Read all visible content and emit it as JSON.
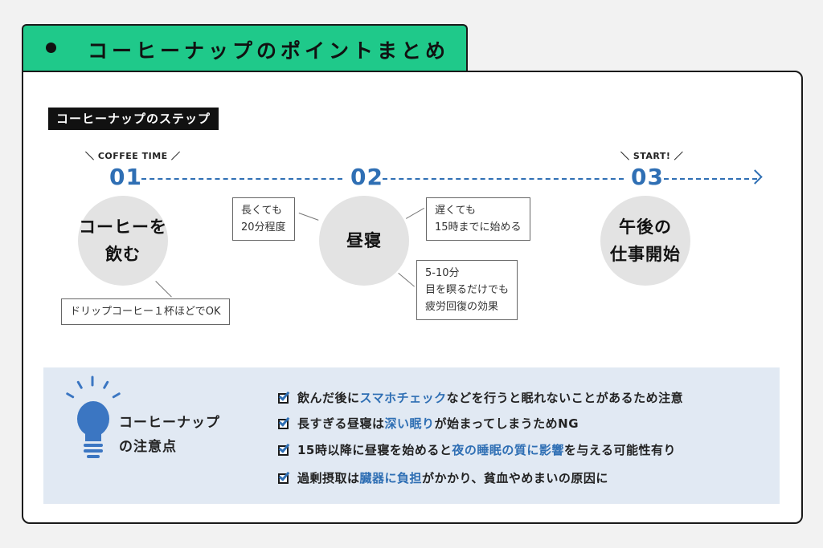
{
  "header": {
    "title": "コーヒーナップのポイントまとめ"
  },
  "section": {
    "label": "コーヒーナップのステップ"
  },
  "steps": [
    {
      "tagline": "＼ COFFEE TIME ／",
      "number": "01",
      "lines": [
        "コーヒーを",
        "飲む"
      ]
    },
    {
      "tagline": "",
      "number": "02",
      "lines": [
        "昼寝"
      ]
    },
    {
      "tagline": "＼ START! ／",
      "number": "03",
      "lines": [
        "午後の",
        "仕事開始"
      ]
    }
  ],
  "notes": {
    "step1_bottom": [
      "ドリップコーヒー１杯ほどでOK"
    ],
    "step2_left": [
      "長くても",
      "20分程度"
    ],
    "step2_right": [
      "遅くても",
      "15時までに始める"
    ],
    "step2_bottom": [
      "5-10分",
      "目を瞑るだけでも",
      "疲労回復の効果"
    ]
  },
  "caution": {
    "title_lines": [
      "コーヒーナップ",
      "の注意点"
    ],
    "items": [
      {
        "before": "飲んだ後に",
        "highlight": "スマホチェック",
        "after": "などを行うと眠れないことがあるため注意"
      },
      {
        "before": "長すぎる昼寝は",
        "highlight": "深い眠り",
        "after": "が始まってしまうためNG"
      },
      {
        "before": "15時以降に昼寝を始めると",
        "highlight": "夜の睡眠の質に影響",
        "after": "を与える可能性有り"
      },
      {
        "before": "過剰摂取は",
        "highlight": "臓器に負担",
        "after": "がかかり、貧血やめまいの原因に"
      }
    ]
  },
  "colors": {
    "accent_green": "#1fc98a",
    "accent_blue": "#2f6fb4",
    "panel_bg": "#e1e9f3"
  },
  "icons": {
    "bullet": "bullet-dot-icon",
    "arrow": "arrow-right-icon",
    "bulb": "lightbulb-icon",
    "check": "checkbox-checked-icon"
  }
}
